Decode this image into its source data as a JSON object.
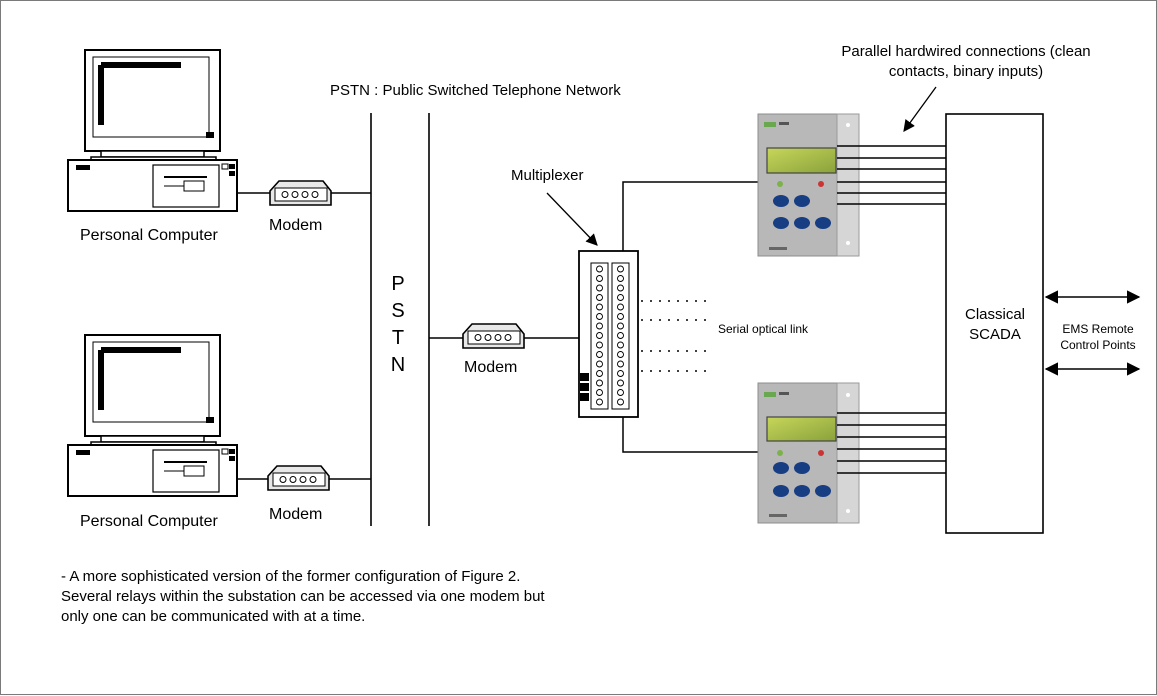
{
  "labels": {
    "pstn_title": "PSTN : Public Switched Telephone Network",
    "pstn_letters": [
      "P",
      "S",
      "T",
      "N"
    ],
    "personal_computer": "Personal Computer",
    "modem": "Modem",
    "multiplexer": "Multiplexer",
    "serial_optical_link": "Serial optical link",
    "parallel_connections": "Parallel hardwired connections (clean contacts, binary inputs)",
    "classical_scada": "Classical SCADA",
    "ems_remote": "EMS Remote Control Points"
  },
  "caption": "- A more sophisticated version of the former configuration of Figure 2. Several relays within the substation can be accessed via one modem but only one can be communicated with at a time."
}
